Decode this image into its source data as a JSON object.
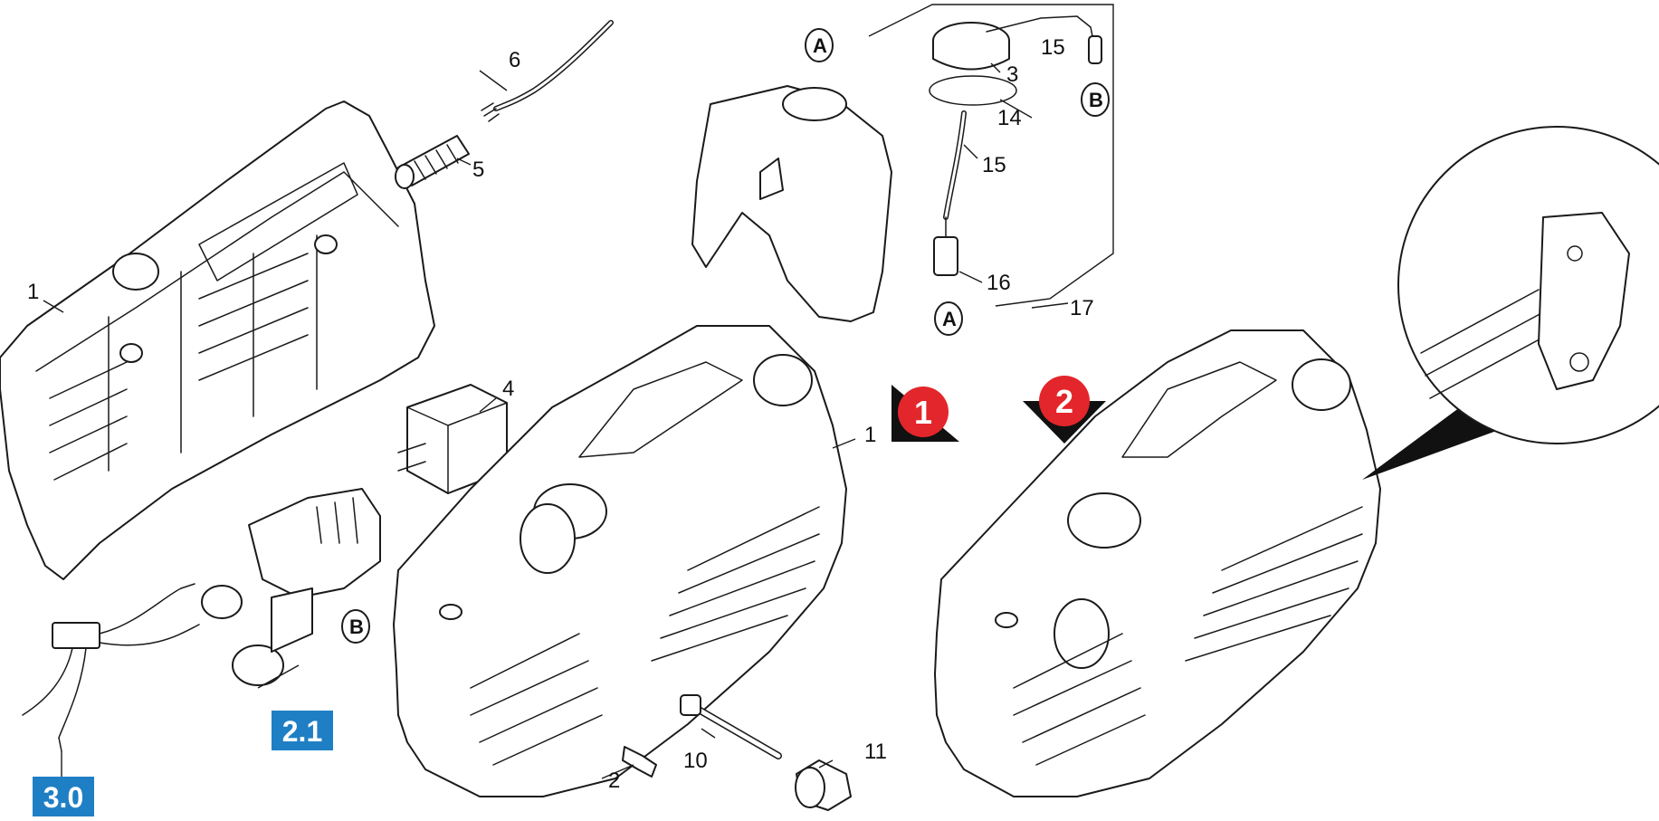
{
  "diagram": {
    "callouts": [
      "1",
      "1",
      "2",
      "3",
      "4",
      "5",
      "6",
      "10",
      "11",
      "14",
      "15",
      "15",
      "16",
      "17"
    ],
    "references": [
      "A",
      "A",
      "B",
      "B"
    ],
    "section_badges": [
      "2.1",
      "3.0"
    ],
    "steps": [
      "1",
      "2"
    ],
    "colors": {
      "badge": "#1f7fc4",
      "step_circle": "#e3262b",
      "step_arrow": "#111111",
      "line": "#1a1a1a"
    }
  }
}
